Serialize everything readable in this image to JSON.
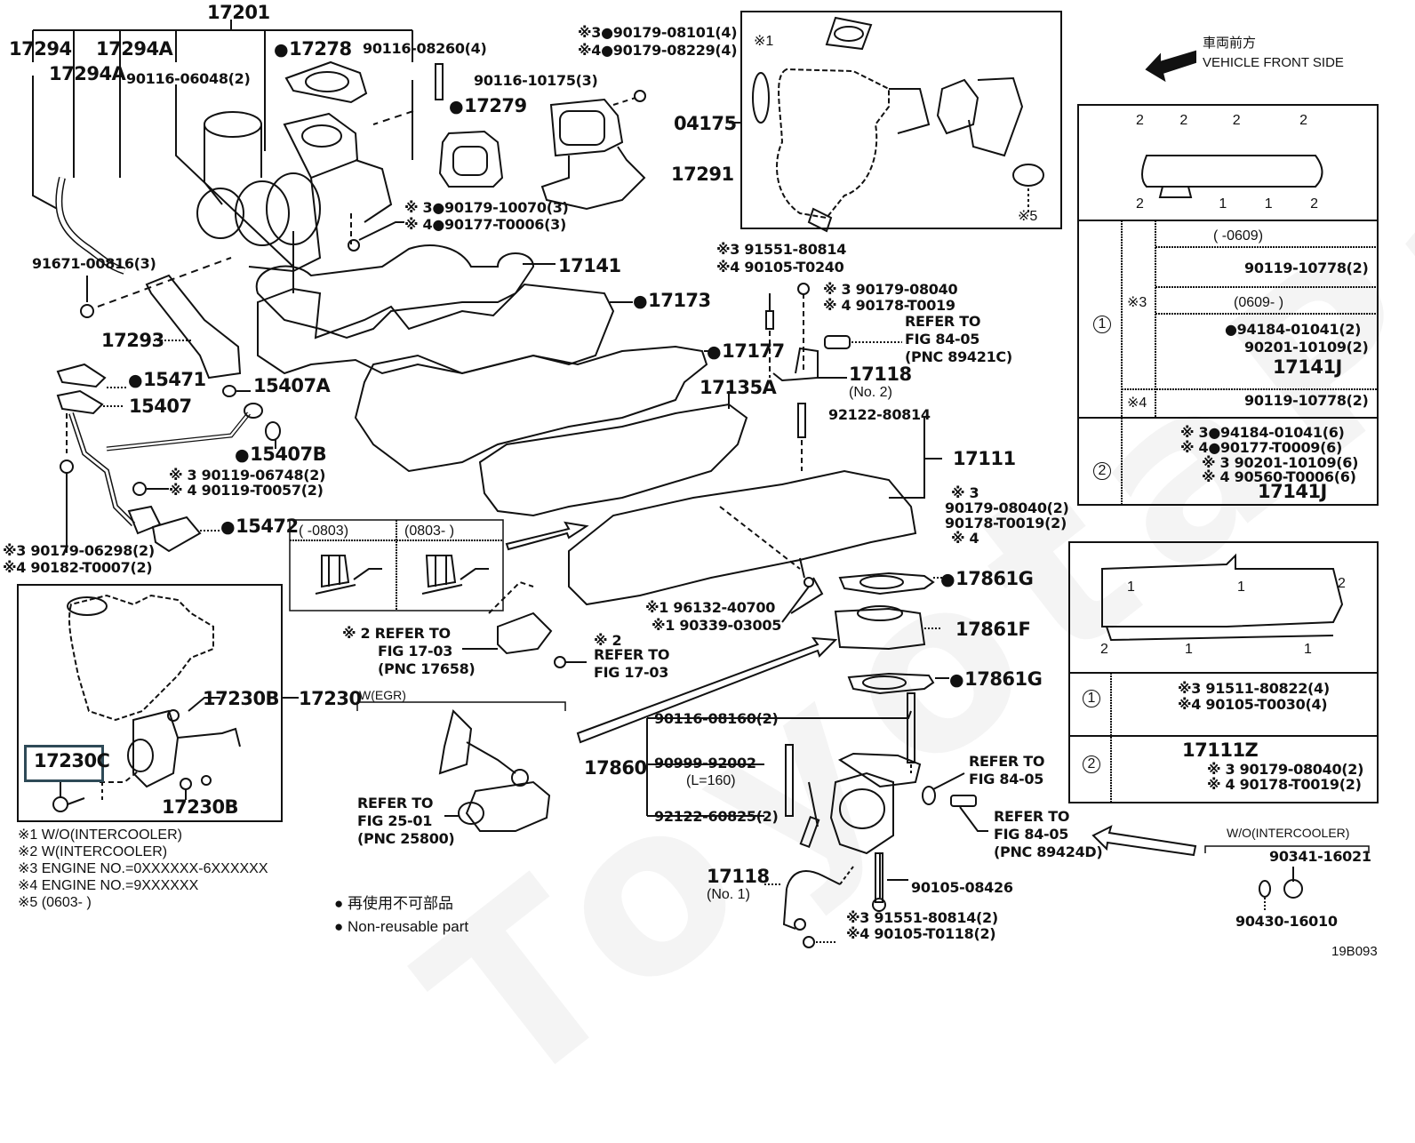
{
  "figure_code": "19B093",
  "watermark": "ToyotaParts",
  "direction": {
    "jp": "車両前方",
    "en": "VEHICLE FRONT SIDE"
  },
  "legend": {
    "notes": [
      "※1 W/O(INTERCOOLER)",
      "※2 W(INTERCOOLER)",
      "※3 ENGINE NO.=0XXXXXX-6XXXXXX",
      "※4 ENGINE NO.=9XXXXXX",
      "※5 (0603-      )"
    ],
    "nonreusable_jp": "再使用不可部品",
    "nonreusable_en": "Non-reusable part"
  },
  "labels": {
    "p17201": "17201",
    "p17294": "17294",
    "p17294A_1": "17294A",
    "p17294A_2": "17294A",
    "p90116_06048": "90116-06048(2)",
    "p17278": "17278",
    "p90116_08260": "90116-08260(4)",
    "p90116_10175": "90116-10175(3)",
    "p17279": "17279",
    "p90179_08101": "※3●90179-08101(4)",
    "p90179_08229": "※4●90179-08229(4)",
    "p17291": "17291",
    "p04175": "04175",
    "p_note1": "※1",
    "p_note5": "※5",
    "p90179_10070": "※ 3●90179-10070(3)",
    "p90177_T0006": "※ 4●90177-T0006(3)",
    "p91671": "91671-00816(3)",
    "p17141": "17141",
    "p17173": "17173",
    "p17293": "17293",
    "p91551_80814": "※3 91551-80814",
    "p90105_T0240": "※4 90105-T0240",
    "p90179_08040a": "※ 3 90179-08040",
    "p90178_T0019a": "※ 4 90178-T0019",
    "refer_84_05_a1": "REFER TO",
    "refer_84_05_a2": "FIG 84-05",
    "refer_84_05_a3": "(PNC 89421C)",
    "p17177": "17177",
    "p17135A": "17135A",
    "p17118_2": "17118",
    "p17118_2sub": "(No. 2)",
    "p15471": "15471",
    "p15407A": "15407A",
    "p15407": "15407",
    "p15407B": "15407B",
    "p92122_80814": "92122-80814",
    "p17111": "17111",
    "p90119_06748": "※ 3 90119-06748(2)",
    "p90119_T0057": "※ 4 90119-T0057(2)",
    "p_r_note3": "※ 3",
    "p90179_08040b": "90179-08040(2)",
    "p90178_T0019b": "90178-T0019(2)",
    "p_r_note4": "※ 4",
    "p15472": "15472",
    "p90179_06298": "※3 90179-06298(2)",
    "p90182_T0007": "※4 90182-T0007(2)",
    "date_a": "(      -0803)",
    "date_b": "(0803-      )",
    "p17861G_1": "17861G",
    "p17861F": "17861F",
    "p17861G_2": "17861G",
    "p96132_40700": "※1 96132-40700",
    "p90339_03005": "※1 90339-03005",
    "refer_17_03_a1": "※ 2 REFER TO",
    "refer_17_03_a2": "FIG 17-03",
    "refer_17_03_a3": "(PNC 17658)",
    "refer_17_03_b0": "※ 2",
    "refer_17_03_b1": "REFER TO",
    "refer_17_03_b2": "FIG 17-03",
    "p17230B_1": "17230B",
    "p17230": "17230",
    "p17230C": "17230C",
    "p17230B_2": "17230B",
    "egr_label": "W(EGR)",
    "refer_25_01_1": "REFER TO",
    "refer_25_01_2": "FIG 25-01",
    "refer_25_01_3": "(PNC 25800)",
    "p90116_08160": "90116-08160(2)",
    "p17860": "17860",
    "p90999_92002": "90999-92002",
    "p90999_sub": "(L=160)",
    "p92122_60825": "92122-60825(2)",
    "refer_84_05_b1": "REFER TO",
    "refer_84_05_b2": "FIG 84-05",
    "refer_84_05_c1": "REFER TO",
    "refer_84_05_c2": "FIG 84-05",
    "refer_84_05_c3": "(PNC 89424D)",
    "p17118_1": "17118",
    "p17118_1sub": "(No. 1)",
    "p90105_08426": "90105-08426",
    "p91551_80814_2": "※3 91551-80814(2)",
    "p90105_T0118": "※4 90105-T0118(2)",
    "wo_intercooler": "W/O(INTERCOOLER)",
    "p90341_16021": "90341-16021",
    "p90430_16010": "90430-16010"
  },
  "exhaust_table": {
    "diagram_top_circles": [
      "2",
      "2",
      "2",
      "2"
    ],
    "diagram_bottom_circles": [
      "2",
      "1",
      "1",
      "2"
    ],
    "row1": {
      "key": "1",
      "sub3": "※3",
      "sub4": "※4",
      "date_a": "(      -0609)",
      "part_a": "90119-10778(2)",
      "date_b": "(0609-      )",
      "part_b1": "●94184-01041(2)",
      "part_b2": "90201-10109(2)",
      "part_b3": "17141J",
      "part_c": "90119-10778(2)"
    },
    "row2": {
      "key": "2",
      "l1": "※ 3●94184-01041(6)",
      "l2": "※ 4●90177-T0009(6)",
      "l3": "※ 3 90201-10109(6)",
      "l4": "※ 4 90560-T0006(6)",
      "l5": "17141J"
    }
  },
  "intake_table": {
    "diagram_circles": [
      "1",
      "1",
      "2",
      "2",
      "1",
      "1"
    ],
    "row1": {
      "key": "1",
      "l1": "※3 91511-80822(4)",
      "l2": "※4 90105-T0030(4)"
    },
    "row2": {
      "key": "2",
      "l1": "17111Z",
      "l2": "※ 3 90179-08040(2)",
      "l3": "※ 4 90178-T0019(2)"
    }
  }
}
